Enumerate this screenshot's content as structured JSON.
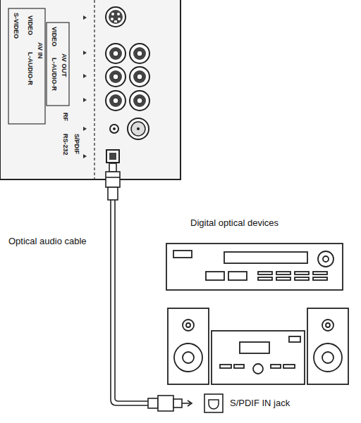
{
  "diagram": {
    "labels": [
      "S-VIDEO",
      "VIDEO",
      "AV IN",
      "L-AUDIO-R",
      "VIDEO",
      "AV OUT",
      "L-AUDIO-R",
      "RF",
      "RS-232",
      "S/PDIF",
      "Optical audio cable",
      "Digital optical devices",
      "S/PDIF IN jack"
    ]
  }
}
